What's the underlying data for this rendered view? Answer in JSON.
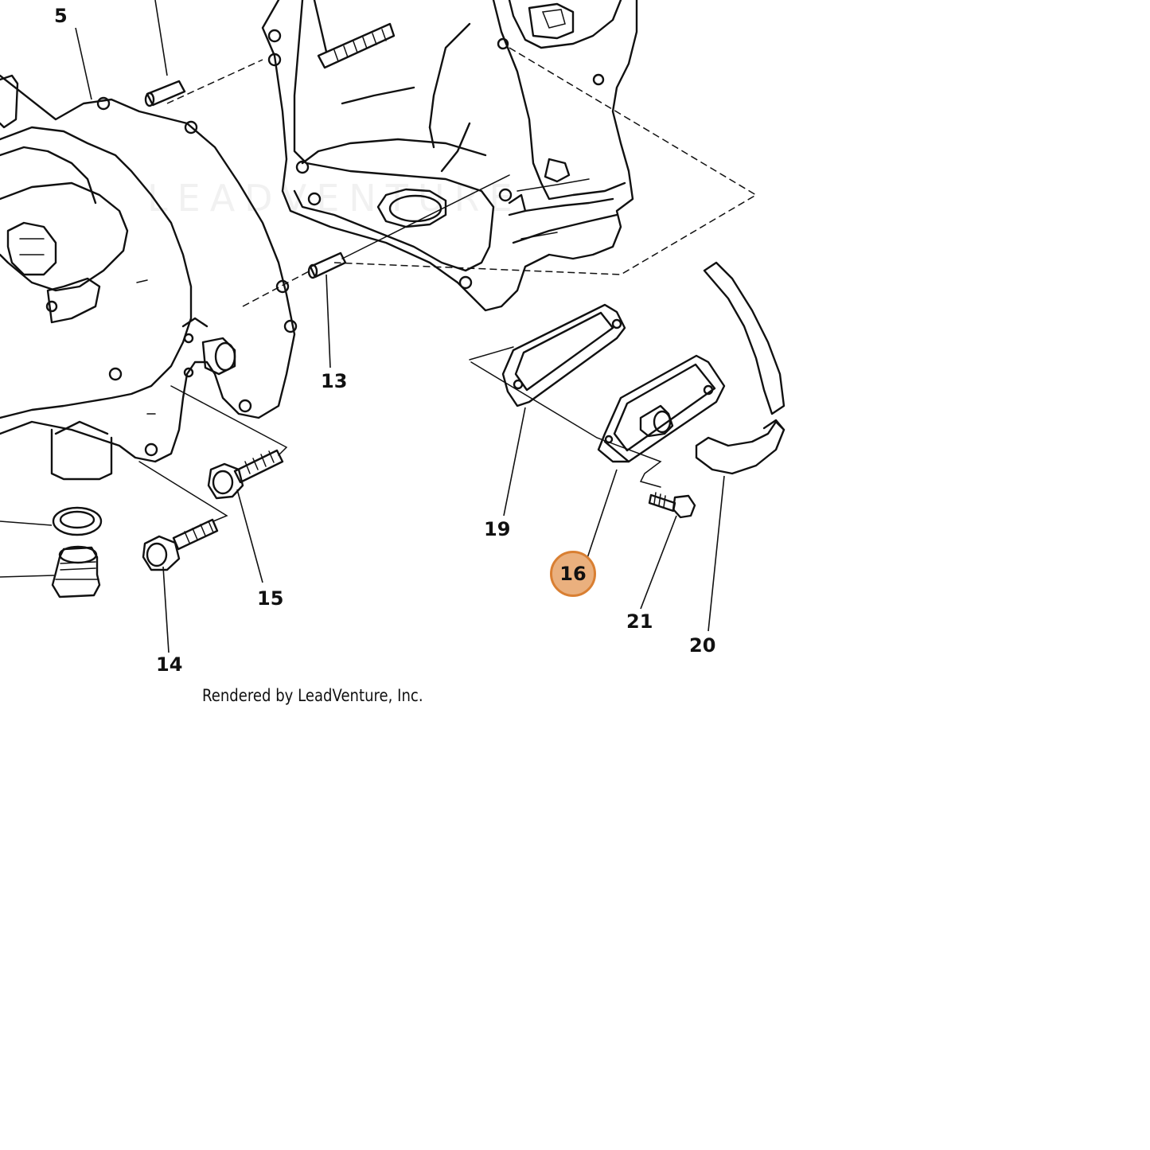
{
  "diagram": {
    "watermark": "LEADVENTURE",
    "credit": "Rendered by LeadVenture, Inc.",
    "callouts": [
      {
        "id": "5",
        "label": "5",
        "highlighted": false
      },
      {
        "id": "13",
        "label": "13",
        "highlighted": false
      },
      {
        "id": "14",
        "label": "14",
        "highlighted": false
      },
      {
        "id": "15",
        "label": "15",
        "highlighted": false
      },
      {
        "id": "16",
        "label": "16",
        "highlighted": true
      },
      {
        "id": "19",
        "label": "19",
        "highlighted": false
      },
      {
        "id": "20",
        "label": "20",
        "highlighted": false
      },
      {
        "id": "21",
        "label": "21",
        "highlighted": false
      }
    ],
    "highlight_fill": "#eab07e",
    "highlight_stroke": "#d97f32"
  }
}
